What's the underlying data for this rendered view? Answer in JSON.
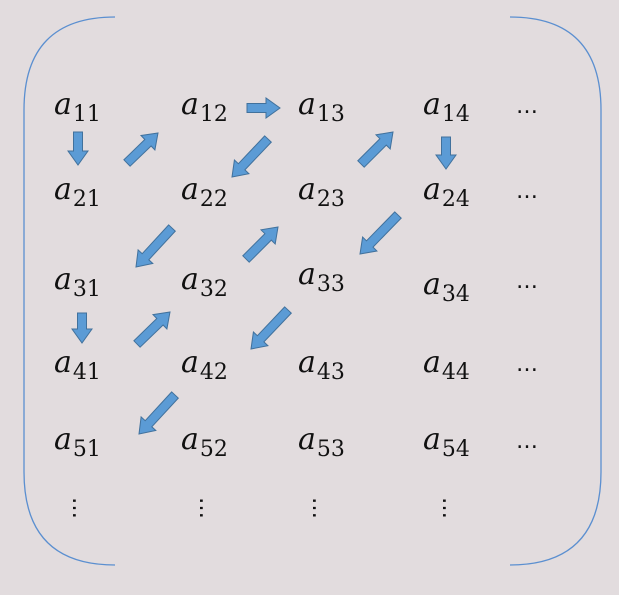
{
  "matrix": {
    "letter": "a",
    "rows": [
      [
        "11",
        "12",
        "13",
        "14"
      ],
      [
        "21",
        "22",
        "23",
        "24"
      ],
      [
        "31",
        "32",
        "33",
        "34"
      ],
      [
        "41",
        "42",
        "43",
        "44"
      ],
      [
        "51",
        "52",
        "53",
        "54"
      ]
    ],
    "row_continuation": "…",
    "column_continuation": "…"
  },
  "colors": {
    "background": "#e2dcde",
    "bracket_stroke": "#5b8fd0",
    "arrow_fill": "#5b9bd5",
    "arrow_stroke": "#41719c"
  },
  "arrows": [
    {
      "from": "11",
      "to": "21"
    },
    {
      "from": "21",
      "to": "12"
    },
    {
      "from": "12",
      "to": "13"
    },
    {
      "from": "13",
      "to": "22"
    },
    {
      "from": "22",
      "to": "31"
    },
    {
      "from": "31",
      "to": "41"
    },
    {
      "from": "41",
      "to": "32"
    },
    {
      "from": "32",
      "to": "23"
    },
    {
      "from": "23",
      "to": "14"
    },
    {
      "from": "14",
      "to": "24"
    },
    {
      "from": "24",
      "to": "33"
    },
    {
      "from": "33",
      "to": "42"
    },
    {
      "from": "42",
      "to": "51"
    }
  ]
}
